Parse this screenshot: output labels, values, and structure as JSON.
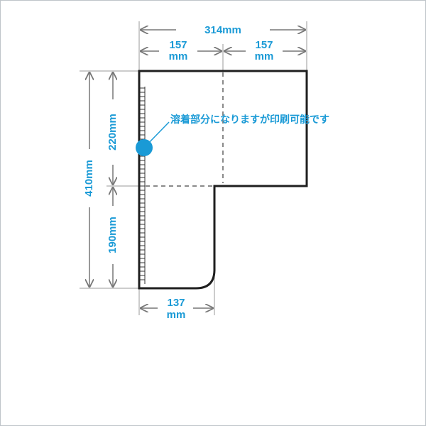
{
  "dimensions": {
    "total_width": "314mm",
    "top_left_width_num": "157",
    "top_left_width_unit": "mm",
    "top_right_width_num": "157",
    "top_right_width_unit": "mm",
    "total_height": "410mm",
    "upper_height": "220mm",
    "lower_height": "190mm",
    "bottom_width_num": "137",
    "bottom_width_unit": "mm"
  },
  "note": "溶着部分になりますが印刷可能です",
  "colors": {
    "accent": "#1a9ad6",
    "outline": "#1f1f1f",
    "guide": "#8a8a8a",
    "fold_line": "#8a8a8a"
  }
}
